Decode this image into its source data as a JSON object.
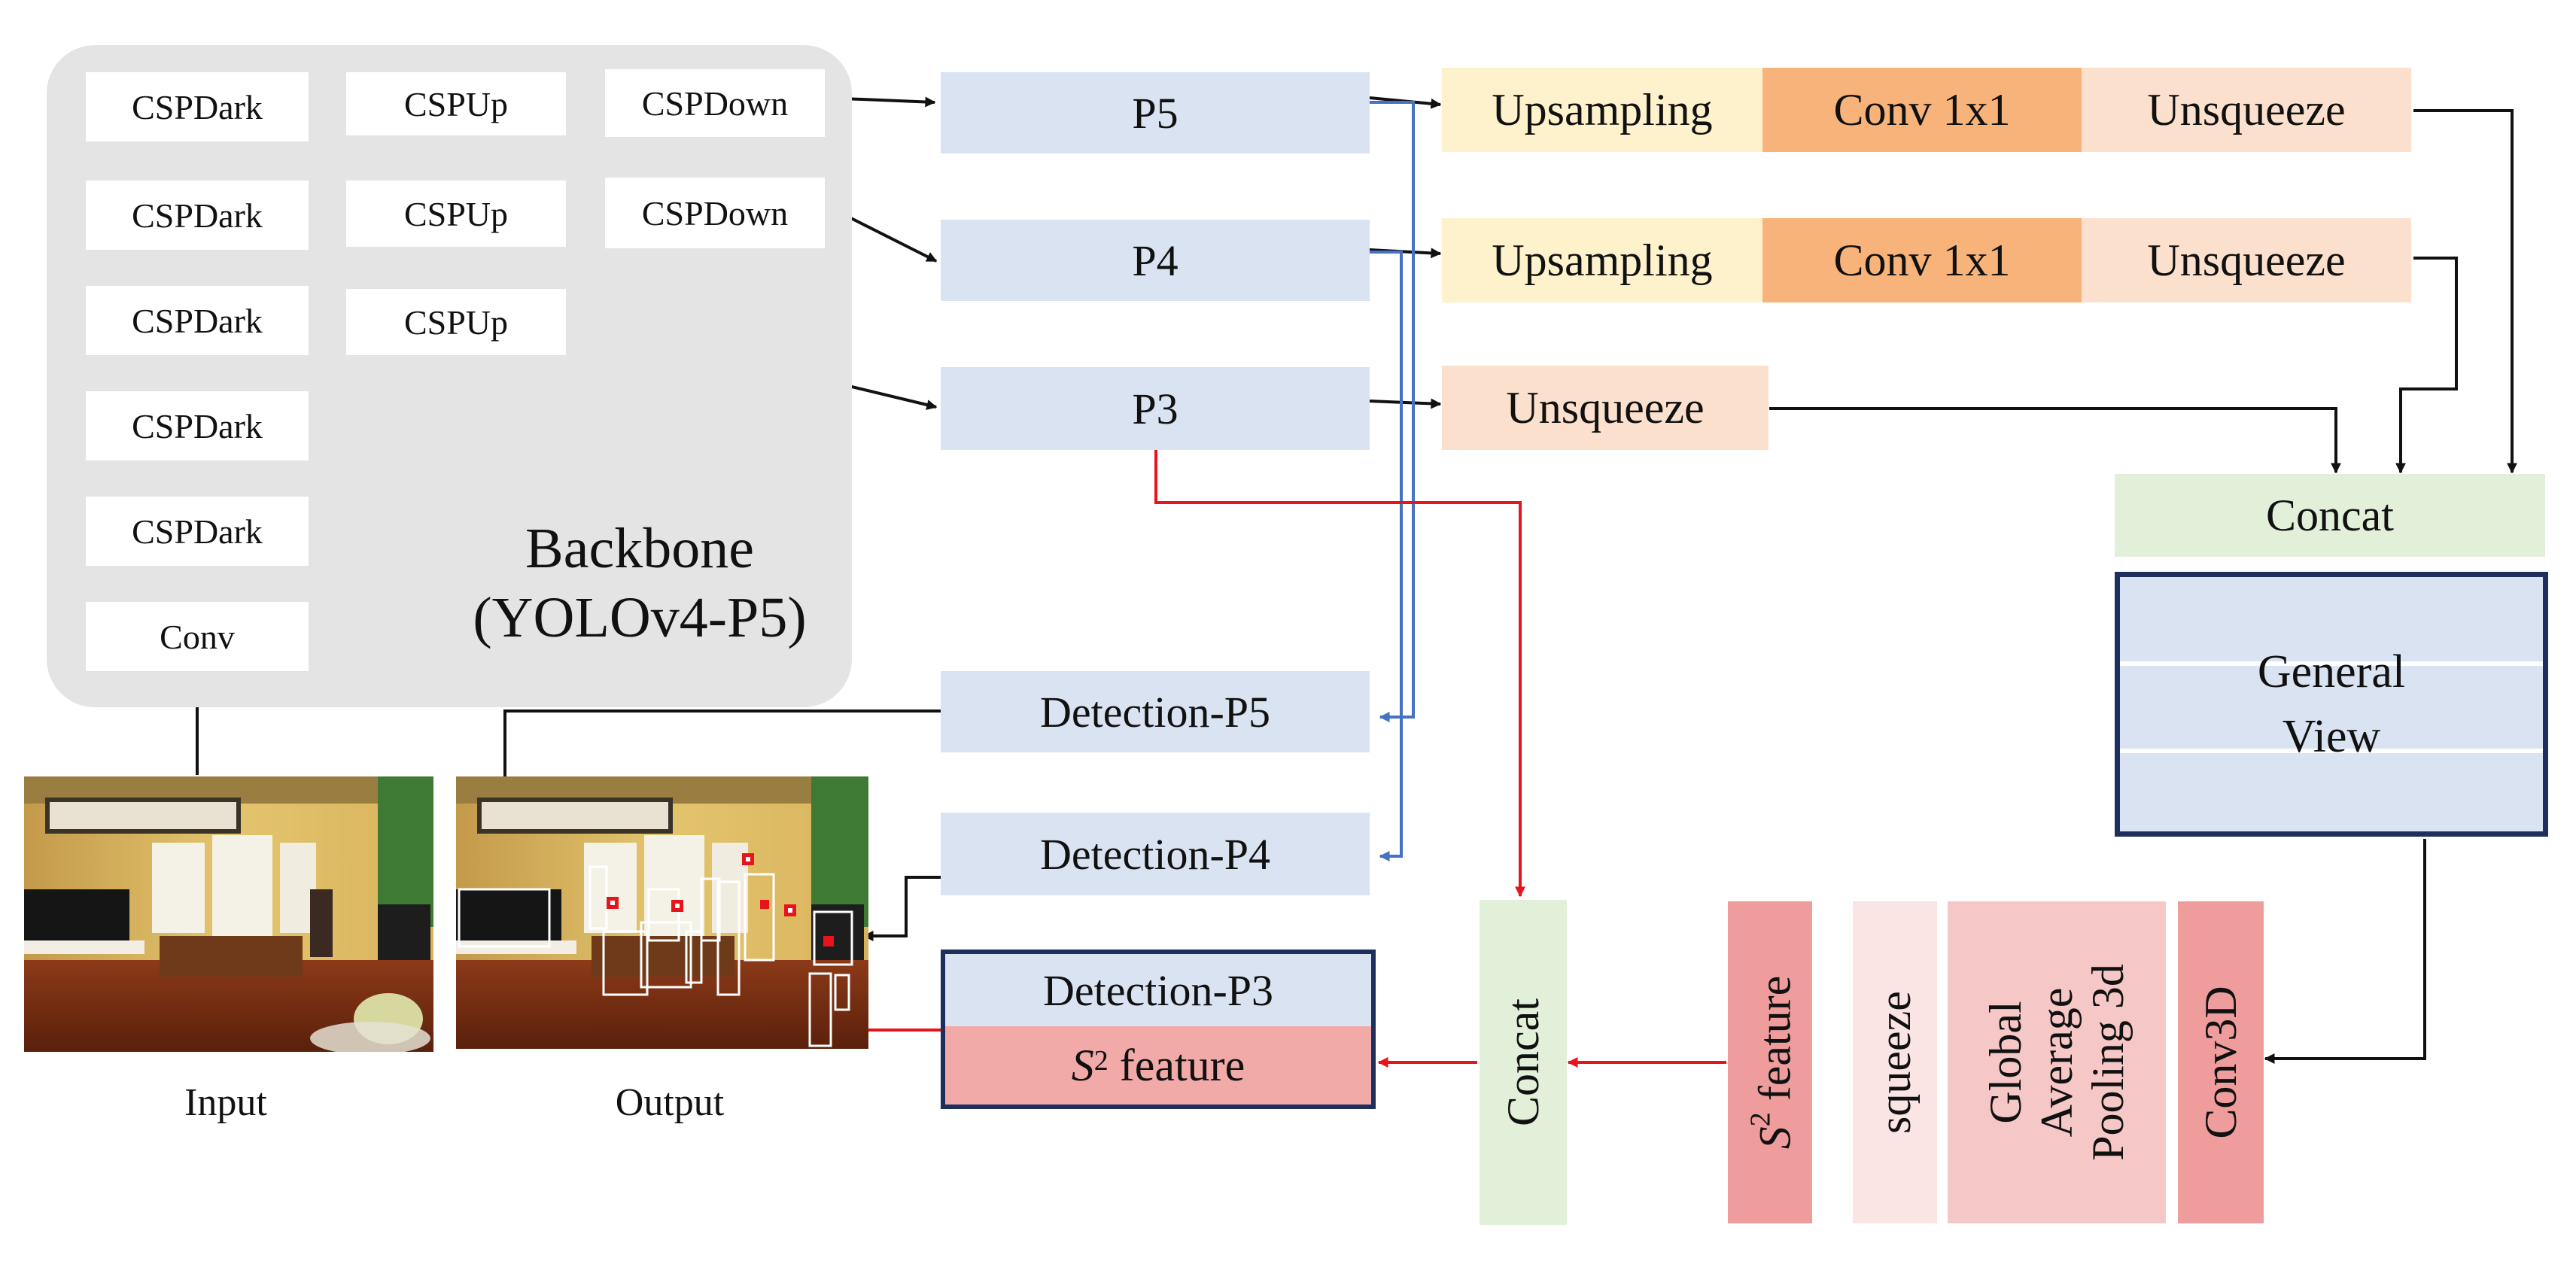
{
  "backbone": {
    "title_line1": "Backbone",
    "title_line2": "(YOLOv4-P5)",
    "conv": "Conv",
    "csp_dark": "CSPDark",
    "csp_up": "CSPUp",
    "csp_down": "CSPDown"
  },
  "pyramid": {
    "p5": "P5",
    "p4": "P4",
    "p3": "P3"
  },
  "heads": {
    "p5": "Detection-P5",
    "p4": "Detection-P4",
    "p3": "Detection-P3",
    "s2_symbol": "S",
    "s2_sup": "2",
    "s2_feature_suffix": " feature"
  },
  "branch": {
    "upsampling": "Upsampling",
    "conv1x1": "Conv 1x1",
    "unsqueeze": "Unsqueeze",
    "concat": "Concat",
    "general_view_line1": "General",
    "general_view_line2": "View"
  },
  "bottom_chain": {
    "conv3d": "Conv3D",
    "gap_line1": "Global",
    "gap_line2": "Average",
    "gap_line3": "Pooling 3d",
    "squeeze": "squeeze",
    "s2_feature_suffix": " feature",
    "concat": "Concat"
  },
  "captions": {
    "input": "Input",
    "output": "Output"
  },
  "colors": {
    "arrow_black": "#111111",
    "arrow_red": "#e8141b",
    "arrow_blue": "#4472c4",
    "general_view_border": "#1e2f5e"
  }
}
